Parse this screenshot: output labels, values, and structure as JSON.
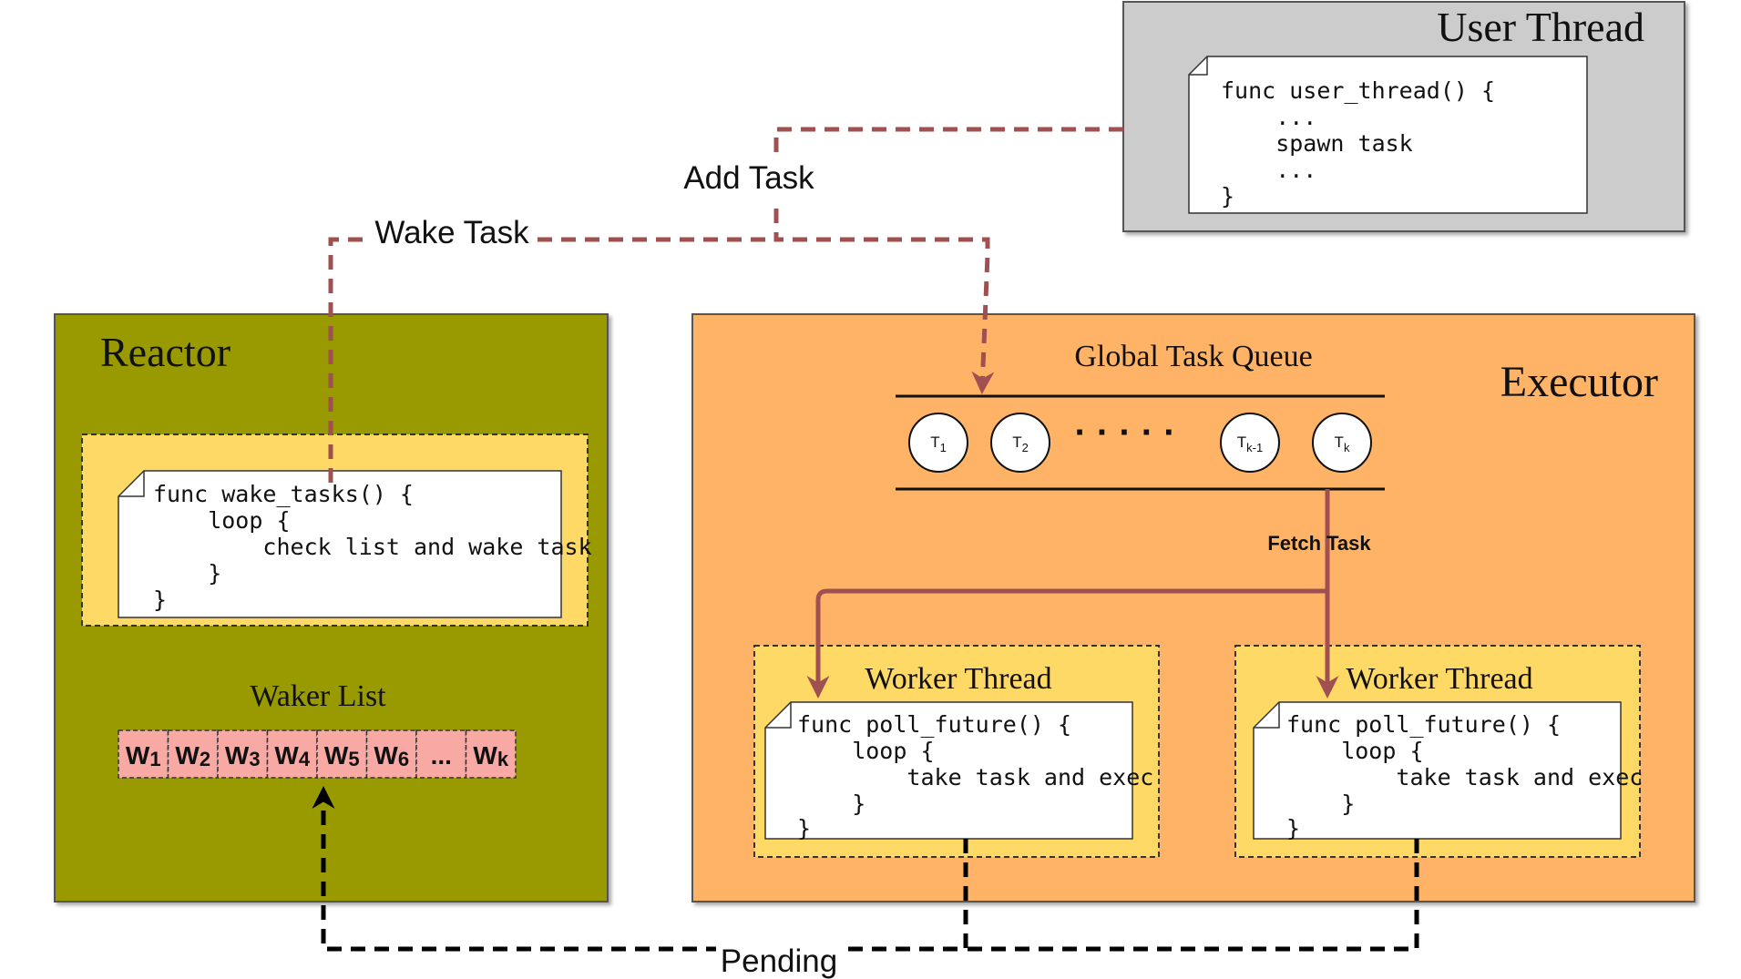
{
  "user_thread": {
    "title": "User Thread",
    "code": [
      "func user_thread() {",
      "    ...",
      "    spawn task",
      "    ...",
      "}"
    ]
  },
  "reactor": {
    "title": "Reactor",
    "code": [
      "func wake_tasks() {",
      "    loop {",
      "        check list and wake task",
      "    }",
      "}"
    ],
    "waker_list_label": "Waker List",
    "wakers": [
      {
        "main": "W",
        "sub": "1"
      },
      {
        "main": "W",
        "sub": "2"
      },
      {
        "main": "W",
        "sub": "3"
      },
      {
        "main": "W",
        "sub": "4"
      },
      {
        "main": "W",
        "sub": "5"
      },
      {
        "main": "W",
        "sub": "6"
      },
      {
        "main": "...",
        "sub": ""
      },
      {
        "main": "W",
        "sub": "k"
      }
    ]
  },
  "executor": {
    "title": "Executor",
    "queue_label": "Global Task Queue",
    "tasks": [
      {
        "main": "T",
        "sub": "1"
      },
      {
        "main": "T",
        "sub": "2"
      },
      {
        "main": "T",
        "sub": "k-1"
      },
      {
        "main": "T",
        "sub": "k"
      }
    ],
    "ellipsis": "· · · · ·",
    "fetch_label": "Fetch Task",
    "workers": [
      {
        "title": "Worker Thread",
        "code": [
          "func poll_future() {",
          "    loop {",
          "        take task and exec",
          "    }",
          "}"
        ]
      },
      {
        "title": "Worker Thread",
        "code": [
          "func poll_future() {",
          "    loop {",
          "        take task and exec",
          "    }",
          "}"
        ]
      }
    ]
  },
  "edges": {
    "add_task": "Add Task",
    "wake_task": "Wake Task",
    "pending": "Pending"
  },
  "colors": {
    "user_thread_bg": "#cccccc",
    "reactor_bg": "#999900",
    "executor_bg": "#ffb366",
    "inner_box_bg": "#ffd966",
    "waker_cell_bg": "#f8a9a4",
    "flow_arrow": "#a05050",
    "pending_arrow": "#000000"
  }
}
